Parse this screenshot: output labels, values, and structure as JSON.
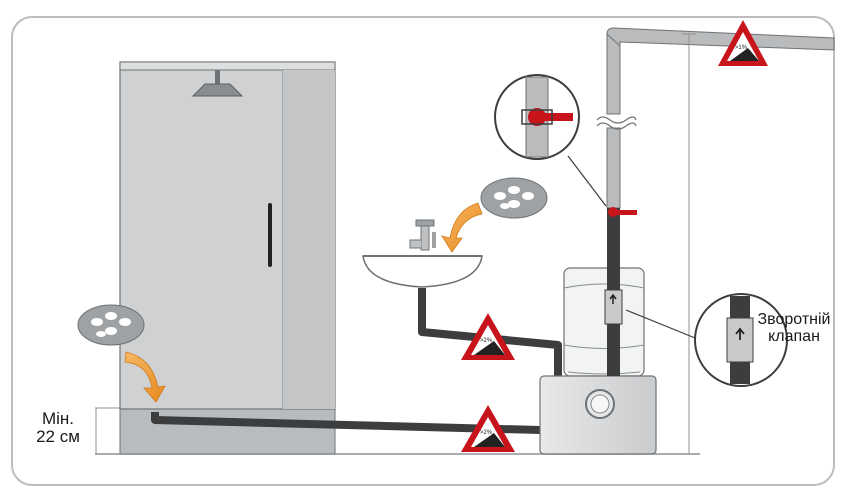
{
  "labels": {
    "min_height_line1": "Мін.",
    "min_height_line2": "22 см",
    "check_valve_line1": "Зворотній",
    "check_valve_line2": "клапан"
  },
  "slope_badges": {
    "top": ">1%",
    "middle": ">2%",
    "bottom": ">2%"
  },
  "colors": {
    "frame_border": "#bdbdbd",
    "cabin_fill": "#cfd1d2",
    "cabin_stroke": "#6f7274",
    "pipe_dark": "#3b3d3f",
    "pipe_light": "#b9bbbd",
    "valve_red": "#c8141b",
    "arrow_orange": "#f0a24a",
    "warning_red": "#c8141b"
  }
}
